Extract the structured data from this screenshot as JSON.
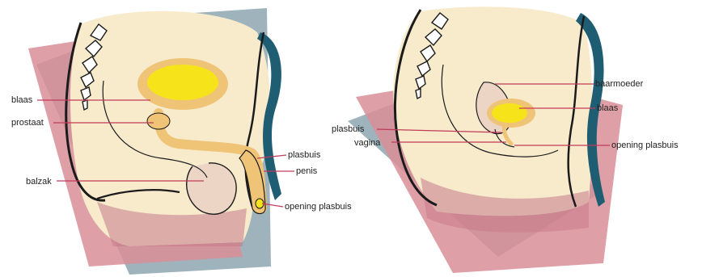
{
  "colors": {
    "leader": "#c23a5a",
    "urinary": "#f7e31a",
    "urinary_outline": "#f0c476",
    "skin": "#f7ebcc",
    "pink_panel": "#d98e96",
    "blue_panel": "#7f99a6",
    "teal": "#1f5d73",
    "outline": "#1b1b1b"
  },
  "male": {
    "labels": {
      "blaas": "blaas",
      "prostaat": "prostaat",
      "balzak": "balzak",
      "plasbuis": "plasbuis",
      "penis": "penis",
      "opening_plasbuis": "opening plasbuis"
    }
  },
  "female": {
    "labels": {
      "baarmoeder": "baarmoeder",
      "blaas": "blaas",
      "plasbuis": "plasbuis",
      "vagina": "vagina",
      "opening_plasbuis": "opening plasbuis"
    }
  }
}
